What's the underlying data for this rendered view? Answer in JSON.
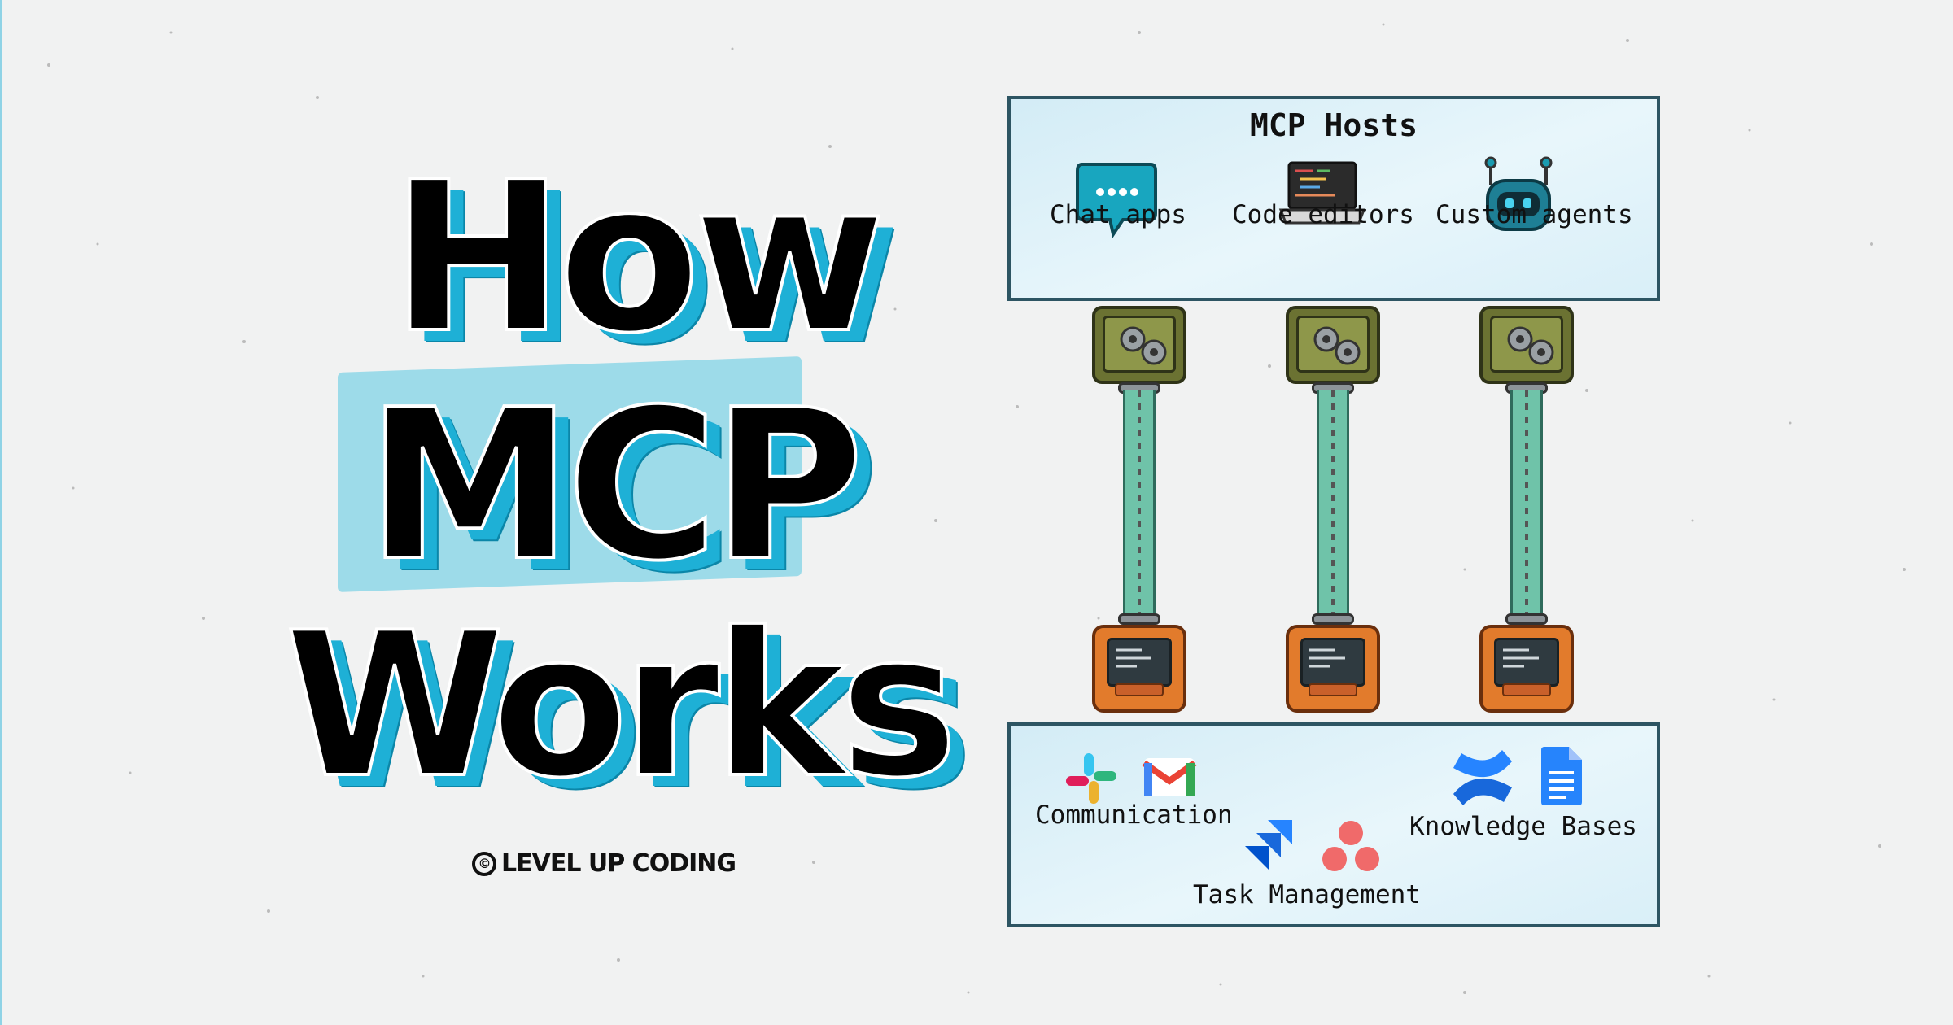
{
  "title": {
    "line1": "How",
    "line2": "MCP",
    "line3": "Works"
  },
  "brand": {
    "symbol": "©",
    "text": "LEVEL UP CODING"
  },
  "diagram": {
    "hosts": {
      "title": "MCP Hosts",
      "items": [
        {
          "label": "Chat apps",
          "icon": "chat-bubble-icon"
        },
        {
          "label": "Code editors",
          "icon": "laptop-code-icon"
        },
        {
          "label": "Custom agents",
          "icon": "robot-icon"
        }
      ]
    },
    "connections": [
      {
        "client_icon": "gears-icon",
        "server_icon": "server-terminal-icon"
      },
      {
        "client_icon": "gears-icon",
        "server_icon": "server-terminal-icon"
      },
      {
        "client_icon": "gears-icon",
        "server_icon": "server-terminal-icon"
      }
    ],
    "services": {
      "groups": [
        {
          "label": "Communication",
          "icons": [
            "slack-icon",
            "gmail-icon"
          ]
        },
        {
          "label": "Task Management",
          "icons": [
            "jira-icon",
            "asana-icon"
          ]
        },
        {
          "label": "Knowledge Bases",
          "icons": [
            "confluence-icon",
            "google-docs-icon"
          ]
        }
      ]
    }
  },
  "colors": {
    "accent": "#1eb0d6",
    "highlight": "#9ddbe9",
    "panel_border": "#2d5563",
    "client": "#6b7232",
    "pipe": "#6fc3a9",
    "server": "#e27b2c"
  }
}
